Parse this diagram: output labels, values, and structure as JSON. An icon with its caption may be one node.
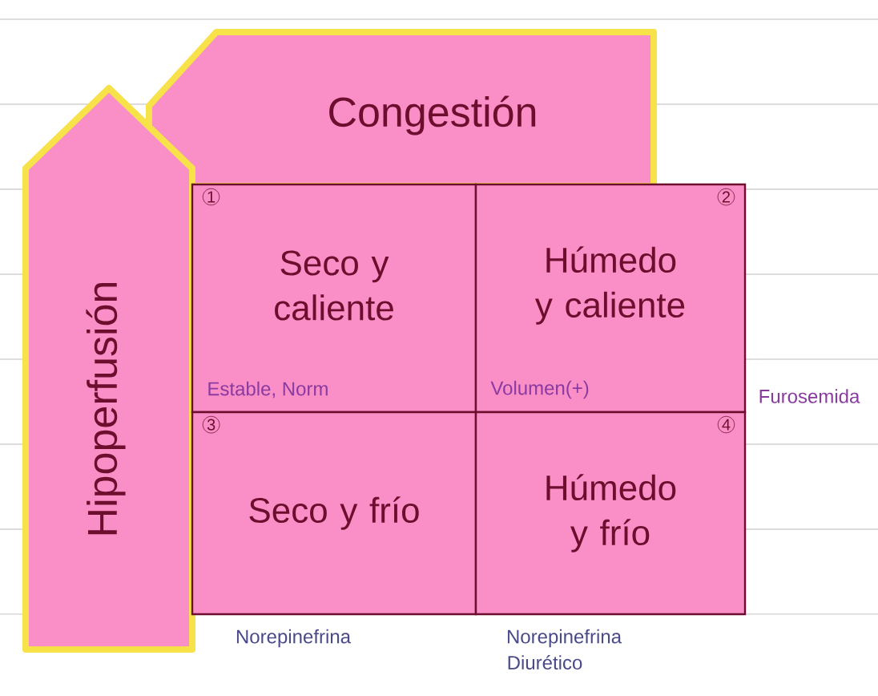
{
  "diagram": {
    "nodes": [
      {
        "text": [
          "Congestión"
        ]
      },
      {
        "text": [
          "Hipoperfusión"
        ]
      },
      {
        "text": [
          "1",
          "Seco y caliente",
          "Estable, Norm"
        ]
      },
      {
        "text": [
          "2",
          "Húmedo y caliente",
          "Volumen(+)"
        ],
        "beside": [
          "Furosemida"
        ]
      },
      {
        "text": [
          "3",
          "Seco y frío"
        ],
        "beside": [
          "Norepinefrina"
        ]
      },
      {
        "text": [
          "4",
          "Húmedo y frío"
        ],
        "beside": [
          "Norepinefrina",
          "Diurético"
        ]
      }
    ],
    "edges": []
  }
}
